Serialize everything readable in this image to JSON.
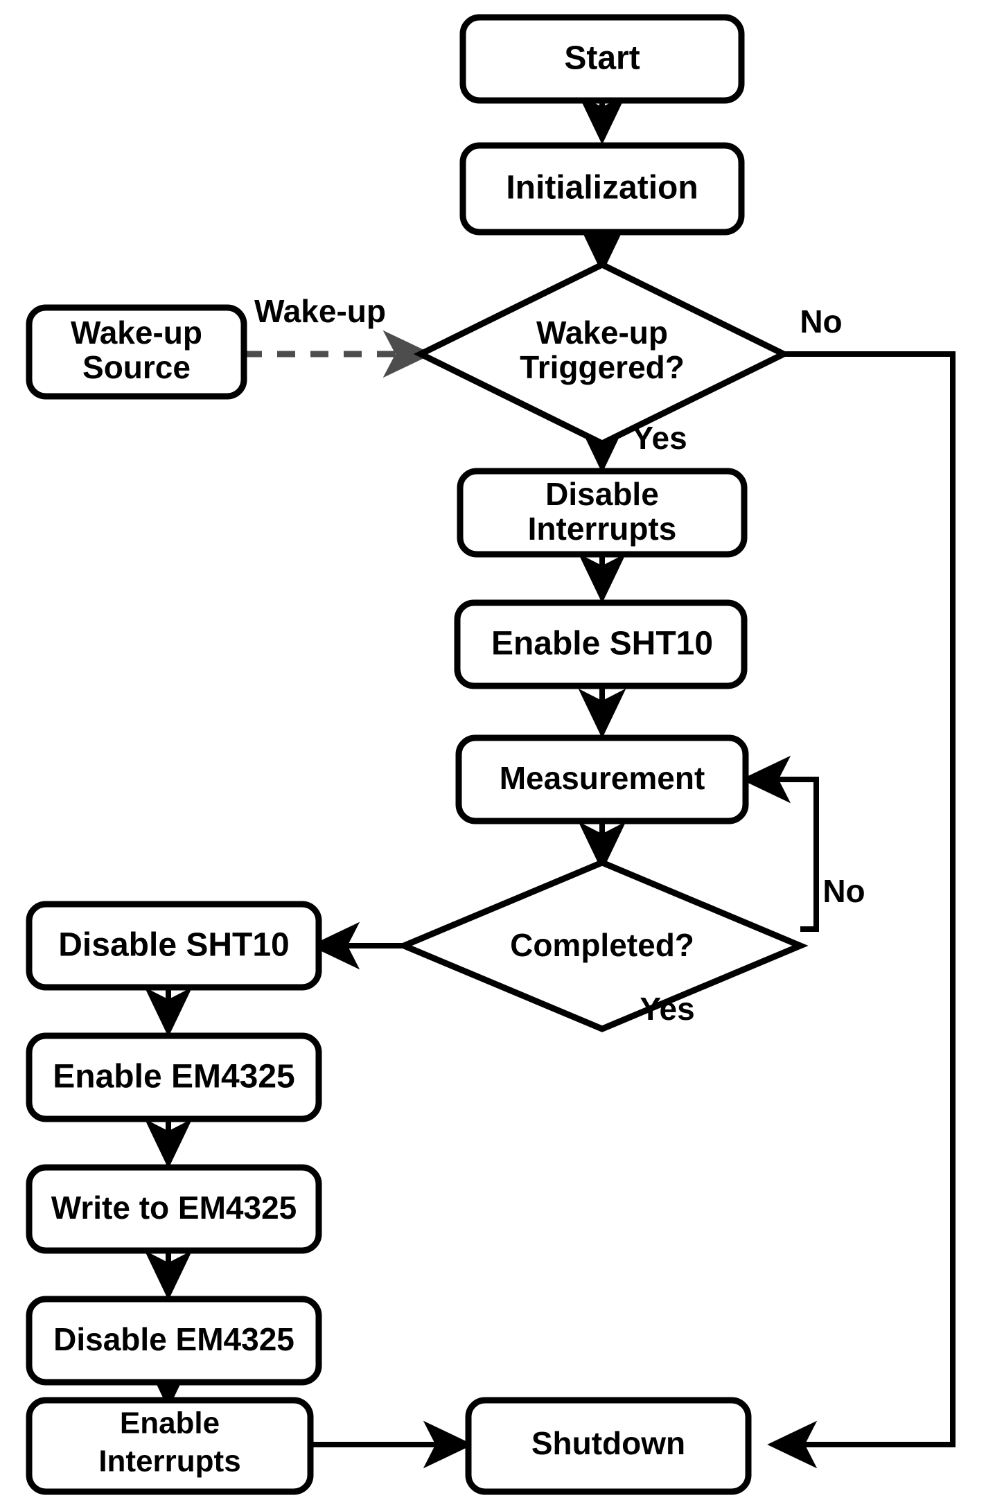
{
  "diagram": {
    "type": "flowchart",
    "title": "Firmware wake-up and measurement flowchart",
    "nodes": [
      {
        "id": "start",
        "label": "Start",
        "shape": "rounded-rect",
        "lines": [
          "Start"
        ]
      },
      {
        "id": "initialization",
        "label": "Initialization",
        "shape": "rounded-rect",
        "lines": [
          "Initialization"
        ]
      },
      {
        "id": "wakeup-source",
        "label": "Wake-up Source",
        "shape": "rounded-rect",
        "lines": [
          "Wake-up",
          "Source"
        ]
      },
      {
        "id": "wakeup-triggered",
        "label": "Wake-up Triggered?",
        "shape": "diamond",
        "lines": [
          "Wake-up",
          "Triggered?"
        ]
      },
      {
        "id": "disable-interrupts",
        "label": "Disable Interrupts",
        "shape": "rounded-rect",
        "lines": [
          "Disable",
          "Interrupts"
        ]
      },
      {
        "id": "enable-sht10",
        "label": "Enable SHT10",
        "shape": "rounded-rect",
        "lines": [
          "Enable SHT10"
        ]
      },
      {
        "id": "measurement",
        "label": "Measurement",
        "shape": "rounded-rect",
        "lines": [
          "Measurement"
        ]
      },
      {
        "id": "completed",
        "label": "Completed?",
        "shape": "diamond",
        "lines": [
          "Completed?"
        ]
      },
      {
        "id": "disable-sht10",
        "label": "Disable SHT10",
        "shape": "rounded-rect",
        "lines": [
          "Disable SHT10"
        ]
      },
      {
        "id": "enable-em4325",
        "label": "Enable EM4325",
        "shape": "rounded-rect",
        "lines": [
          "Enable EM4325"
        ]
      },
      {
        "id": "write-to-em4325",
        "label": "Write to EM4325",
        "shape": "rounded-rect",
        "lines": [
          "Write to EM4325"
        ]
      },
      {
        "id": "disable-em4325",
        "label": "Disable EM4325",
        "shape": "rounded-rect",
        "lines": [
          "Disable EM4325"
        ]
      },
      {
        "id": "enable-interrupts",
        "label": "Enable Interrupts",
        "shape": "rounded-rect",
        "lines": [
          "Enable",
          "Interrupts"
        ]
      },
      {
        "id": "shutdown",
        "label": "Shutdown",
        "shape": "rounded-rect",
        "lines": [
          "Shutdown"
        ]
      }
    ],
    "edges": [
      {
        "from": "start",
        "to": "initialization",
        "label": "",
        "style": "solid"
      },
      {
        "from": "initialization",
        "to": "wakeup-triggered",
        "label": "",
        "style": "solid"
      },
      {
        "from": "wakeup-source",
        "to": "wakeup-triggered",
        "label": "Wake-up",
        "style": "dashed"
      },
      {
        "from": "wakeup-triggered",
        "to": "disable-interrupts",
        "label": "Yes",
        "style": "solid"
      },
      {
        "from": "wakeup-triggered",
        "to": "shutdown",
        "label": "No",
        "style": "solid"
      },
      {
        "from": "disable-interrupts",
        "to": "enable-sht10",
        "label": "",
        "style": "solid"
      },
      {
        "from": "enable-sht10",
        "to": "measurement",
        "label": "",
        "style": "solid"
      },
      {
        "from": "measurement",
        "to": "completed",
        "label": "",
        "style": "solid"
      },
      {
        "from": "completed",
        "to": "measurement",
        "label": "No",
        "style": "solid"
      },
      {
        "from": "completed",
        "to": "disable-sht10",
        "label": "Yes",
        "style": "solid"
      },
      {
        "from": "disable-sht10",
        "to": "enable-em4325",
        "label": "",
        "style": "solid"
      },
      {
        "from": "enable-em4325",
        "to": "write-to-em4325",
        "label": "",
        "style": "solid"
      },
      {
        "from": "write-to-em4325",
        "to": "disable-em4325",
        "label": "",
        "style": "solid"
      },
      {
        "from": "disable-em4325",
        "to": "enable-interrupts",
        "label": "",
        "style": "solid"
      },
      {
        "from": "enable-interrupts",
        "to": "shutdown",
        "label": "",
        "style": "solid"
      }
    ],
    "edge_labels": {
      "wakeup_dashed": "Wake-up",
      "wakeup_no": "No",
      "wakeup_yes": "Yes",
      "completed_no": "No",
      "completed_yes": "Yes"
    },
    "colors": {
      "background": "#ffffff",
      "node_fill": "#ffffff",
      "node_stroke": "#000000",
      "edge": "#000000",
      "dashed_edge": "#4d4d4d",
      "text": "#000000"
    }
  }
}
